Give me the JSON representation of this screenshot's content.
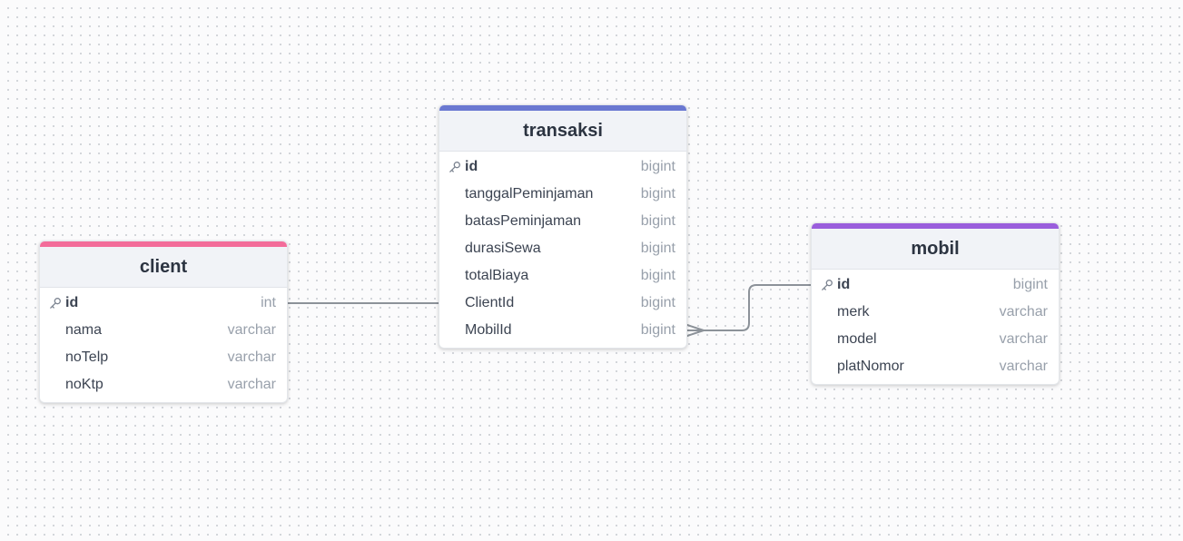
{
  "tables": [
    {
      "id": "client",
      "title": "client",
      "accent": "#f36c9a",
      "fields": [
        {
          "name": "id",
          "type": "int",
          "pk": true
        },
        {
          "name": "nama",
          "type": "varchar",
          "pk": false
        },
        {
          "name": "noTelp",
          "type": "varchar",
          "pk": false
        },
        {
          "name": "noKtp",
          "type": "varchar",
          "pk": false
        }
      ]
    },
    {
      "id": "transaksi",
      "title": "transaksi",
      "accent": "#6a78d1",
      "fields": [
        {
          "name": "id",
          "type": "bigint",
          "pk": true
        },
        {
          "name": "tanggalPeminjaman",
          "type": "bigint",
          "pk": false
        },
        {
          "name": "batasPeminjaman",
          "type": "bigint",
          "pk": false
        },
        {
          "name": "durasiSewa",
          "type": "bigint",
          "pk": false
        },
        {
          "name": "totalBiaya",
          "type": "bigint",
          "pk": false
        },
        {
          "name": "ClientId",
          "type": "bigint",
          "pk": false
        },
        {
          "name": "MobilId",
          "type": "bigint",
          "pk": false
        }
      ]
    },
    {
      "id": "mobil",
      "title": "mobil",
      "accent": "#9a5ddc",
      "fields": [
        {
          "name": "id",
          "type": "bigint",
          "pk": true
        },
        {
          "name": "merk",
          "type": "varchar",
          "pk": false
        },
        {
          "name": "model",
          "type": "varchar",
          "pk": false
        },
        {
          "name": "platNomor",
          "type": "varchar",
          "pk": false
        }
      ]
    }
  ],
  "relations": [
    {
      "from_table": "client",
      "from_field": "id",
      "to_table": "transaksi",
      "to_field": "ClientId",
      "kind": "one-to-one"
    },
    {
      "from_table": "mobil",
      "from_field": "id",
      "to_table": "transaksi",
      "to_field": "MobilId",
      "kind": "one-to-many"
    }
  ],
  "icons": {
    "primary_key": "key-icon"
  },
  "colors": {
    "edge": "#8c9299",
    "canvas_dot": "#c9ccd2"
  }
}
